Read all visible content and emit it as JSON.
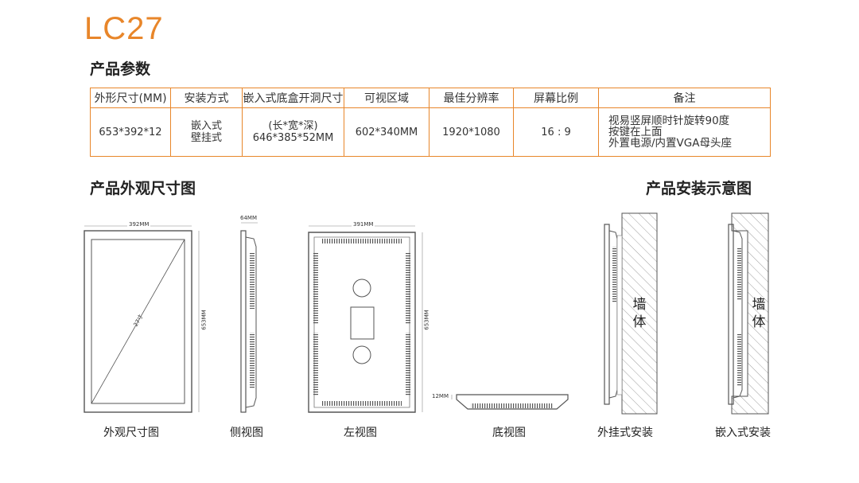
{
  "model": "LC27",
  "sections": {
    "params_title": "产品参数",
    "dims_title": "产品外观尺寸图",
    "install_title": "产品安装示意图"
  },
  "table": {
    "headers": [
      "外形尺寸(MM)",
      "安装方式",
      "嵌入式底盒开洞尺寸",
      "可视区域",
      "最佳分辨率",
      "屏幕比例",
      "备注"
    ],
    "row": {
      "size": "653*392*12",
      "mount_1": "嵌入式",
      "mount_2": "壁挂式",
      "cutout_1": "(长*宽*深)",
      "cutout_2": "646*385*52MM",
      "visible": "602*340MM",
      "resolution": "1920*1080",
      "ratio": "16 : 9",
      "note_1": "视易竖屏顺时针旋转90度",
      "note_2": "按键在上面",
      "note_3": "外置电源/内置VGA母头座"
    }
  },
  "drawings": {
    "front": {
      "width_label": "392MM",
      "height_label": "653MM",
      "diag_label": "27寸",
      "caption": "外观尺寸图"
    },
    "side": {
      "depth_label": "64MM",
      "caption": "侧视图"
    },
    "left": {
      "width_label": "391MM",
      "height_label": "653MM",
      "caption": "左视图"
    },
    "bottom": {
      "depth_label": "12MM",
      "caption": "底视图"
    },
    "wall_mount": {
      "wall_label_1": "墙",
      "wall_label_2": "体",
      "caption": "外挂式安装"
    },
    "embed_mount": {
      "wall_label_1": "墙",
      "wall_label_2": "体",
      "caption": "嵌入式安装"
    }
  },
  "colors": {
    "accent": "#e8862a",
    "line": "#555555"
  }
}
